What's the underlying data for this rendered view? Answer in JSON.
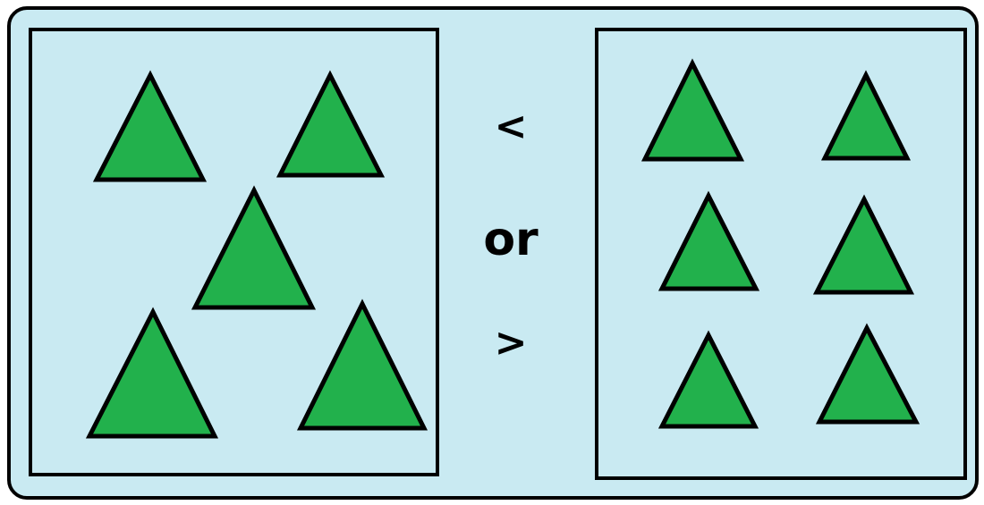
{
  "colors": {
    "background": "#c9eaf2",
    "triangle_fill": "#22b14c",
    "outline": "#000000"
  },
  "comparison": {
    "less_than": "<",
    "or": "or",
    "greater_than": ">"
  },
  "left_group": {
    "triangle_count": 5
  },
  "right_group": {
    "triangle_count": 6
  }
}
